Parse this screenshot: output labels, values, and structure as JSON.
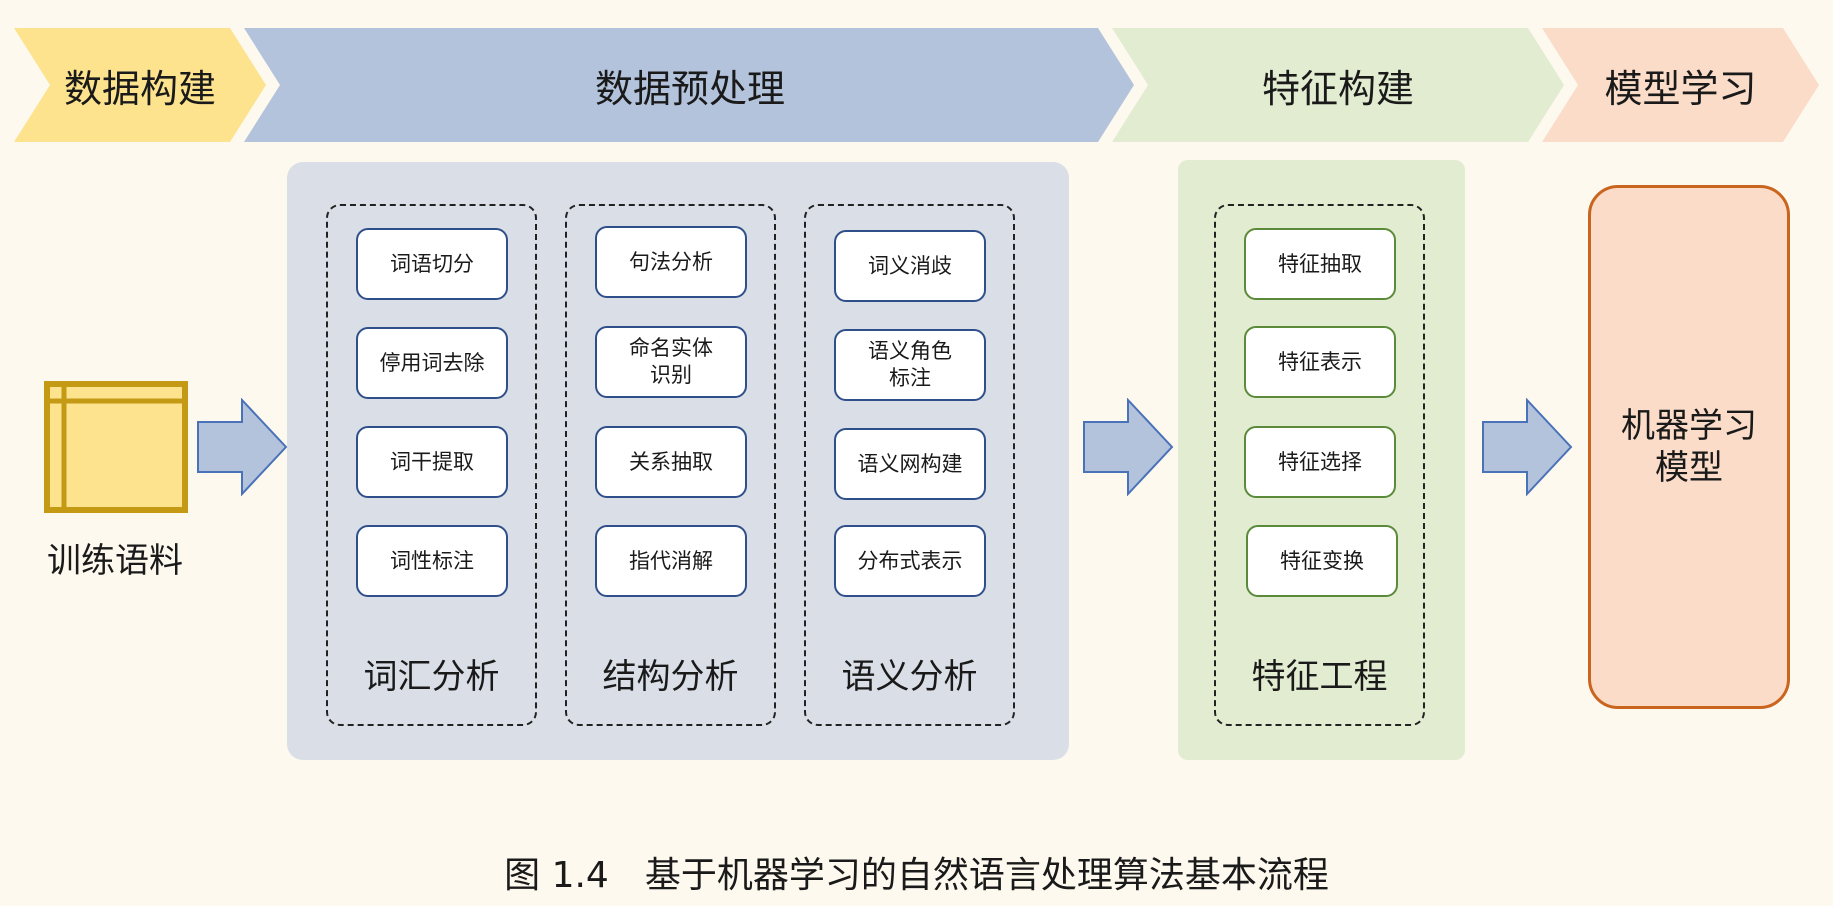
{
  "stages": [
    {
      "id": "data-build",
      "label": "数据构建",
      "color": "#fde38e"
    },
    {
      "id": "preprocess",
      "label": "数据预处理",
      "color": "#b3c3dc"
    },
    {
      "id": "feature-build",
      "label": "特征构建",
      "color": "#e2ecd0"
    },
    {
      "id": "model-learn",
      "label": "模型学习",
      "color": "#fbdcc8"
    }
  ],
  "corpus": {
    "label": "训练语料"
  },
  "preprocess_groups": [
    {
      "label": "词汇分析",
      "items": [
        "词语切分",
        "停用词去除",
        "词干提取",
        "词性标注"
      ]
    },
    {
      "label": "结构分析",
      "items": [
        "句法分析",
        "命名实体\n识别",
        "关系抽取",
        "指代消解"
      ]
    },
    {
      "label": "语义分析",
      "items": [
        "词义消歧",
        "语义角色\n标注",
        "语义网构建",
        "分布式表示"
      ]
    }
  ],
  "feature_group": {
    "label": "特征工程",
    "items": [
      "特征抽取",
      "特征表示",
      "特征选择",
      "特征变换"
    ]
  },
  "model": {
    "label": "机器学习\n模型"
  },
  "caption": "图 1.4　基于机器学习的自然语言处理算法基本流程",
  "colors": {
    "preprocess_panel": "#d9dee7",
    "feature_panel": "#e2ecd0",
    "blue_border": "#2f4f8a",
    "green_border": "#5a8a3a",
    "arrow_fill": "#b3c3dc",
    "arrow_stroke": "#4a72b8",
    "corpus_fill": "#fde38e",
    "corpus_stroke": "#c49a14",
    "model_fill": "#fbdcc8",
    "model_stroke": "#c9651f"
  }
}
